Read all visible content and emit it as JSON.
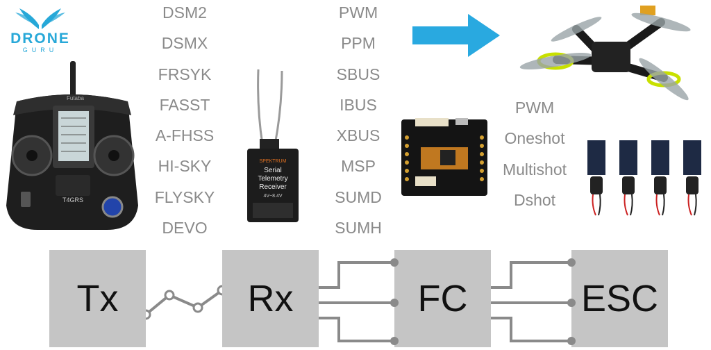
{
  "logo": {
    "name": "DRONE",
    "sub": "GURU"
  },
  "tx_protocols": [
    "DSM2",
    "DSMX",
    "FRSYK",
    "FASST",
    "A-FHSS",
    "HI-SKY",
    "FLYSKY",
    "DEVO"
  ],
  "rx_protocols": [
    "PWM",
    "PPM",
    "SBUS",
    "IBUS",
    "XBUS",
    "MSP",
    "SUMD",
    "SUMH"
  ],
  "esc_protocols": [
    "PWM",
    "Oneshot",
    "Multishot",
    "Dshot"
  ],
  "blocks": {
    "tx": "Tx",
    "rx": "Rx",
    "fc": "FC",
    "esc": "ESC"
  },
  "receiver": {
    "brand": "SPEKTRUM",
    "line1": "Serial",
    "line2": "Telemetry",
    "line3": "Receiver",
    "voltage": "4V~8.4V"
  },
  "transmitter": {
    "brand": "Futaba",
    "model": "T4GRS"
  },
  "colors": {
    "arrow": "#29a9e0",
    "block": "#c5c5c5",
    "wire": "#8a8a8a",
    "logo": "#27a8d8",
    "text": "#8a8a8a"
  }
}
